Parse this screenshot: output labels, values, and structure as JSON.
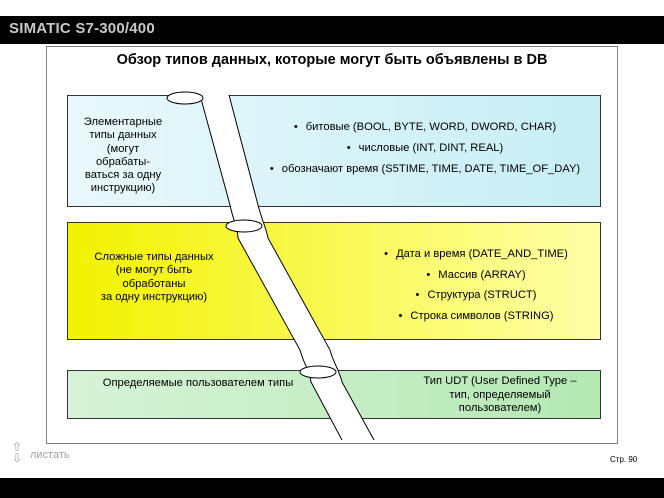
{
  "header": {
    "brand": "SIMATIC S7-300/400"
  },
  "slide": {
    "title": "Обзор типов данных, которые могут быть объявлены в DB",
    "panels": [
      {
        "label": [
          "Элементарные",
          "типы данных",
          "(могут",
          "обрабаты-",
          "ваться за одну",
          "инструкцию)"
        ],
        "items": [
          "битовые (BOOL, BYTE, WORD, DWORD, CHAR)",
          "числовые (INT, DINT, REAL)",
          "обозначают время (S5TIME, TIME, DATE, TIME_OF_DAY)"
        ],
        "color": "#c6eef5"
      },
      {
        "label": [
          "Сложные типы данных",
          "(не могут быть",
          "обработаны",
          "за одну инструкцию)"
        ],
        "items": [
          "Дата и время (DATE_AND_TIME)",
          "Массив (ARRAY)",
          "Структура (STRUCT)",
          "Строка символов (STRING)"
        ],
        "color": "#ffff66"
      },
      {
        "label": [
          "Определяемые пользователем типы"
        ],
        "items": [
          "Тип UDT (User Defined Type –",
          "тип, определяемый",
          "пользователем)"
        ],
        "color": "#b4e8b4"
      }
    ]
  },
  "footer": {
    "nav_label": "листать",
    "page": "Стр. 90"
  }
}
